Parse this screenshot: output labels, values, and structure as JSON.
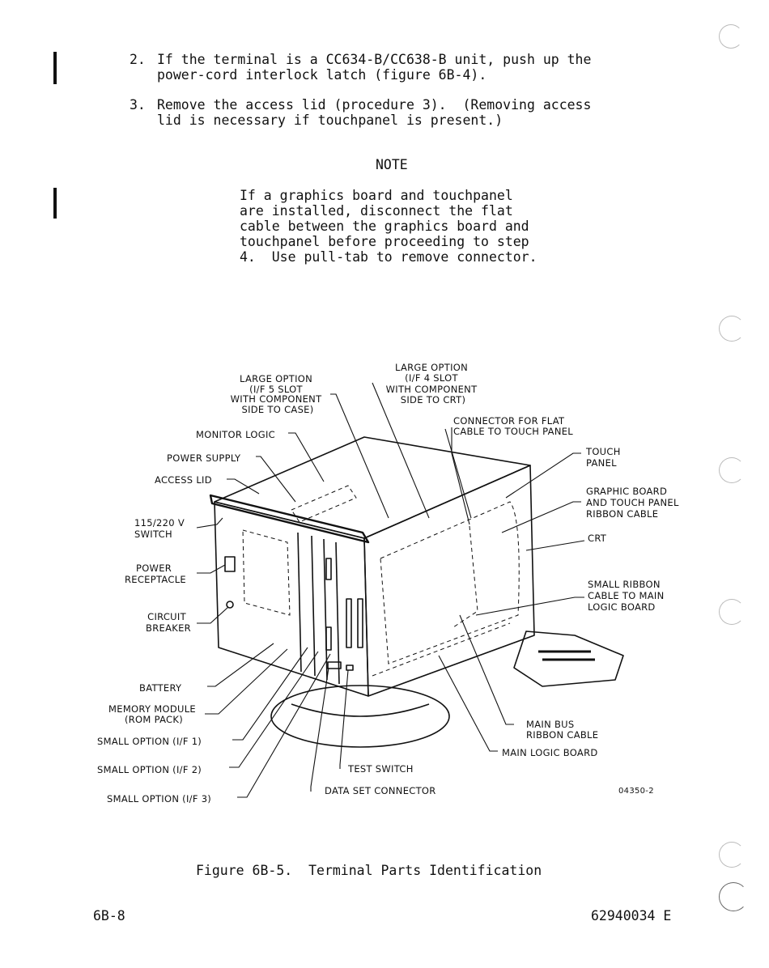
{
  "steps": [
    {
      "num": "2.",
      "lines": [
        "If the terminal is a CC634-B/CC638-B unit, push up the",
        "power-cord interlock latch (figure 6B-4)."
      ]
    },
    {
      "num": "3.",
      "lines": [
        "Remove the access lid (procedure 3).  (Removing access",
        "lid is necessary if touchpanel is present.)"
      ]
    }
  ],
  "note": {
    "title": "NOTE",
    "lines": [
      "If a graphics board and touchpanel",
      "are installed, disconnect the flat",
      "cable between the graphics board and",
      "touchpanel before proceeding to step",
      "4.  Use pull-tab to remove connector."
    ]
  },
  "diagram": {
    "labels": {
      "large_option_5": [
        "LARGE OPTION",
        "(I/F 5 SLOT",
        "WITH COMPONENT",
        "SIDE TO CASE)"
      ],
      "large_option_4": [
        "LARGE OPTION",
        "(I/F 4 SLOT",
        "WITH COMPONENT",
        "SIDE TO CRT)"
      ],
      "connector_flat": [
        "CONNECTOR FOR FLAT",
        "CABLE TO TOUCH PANEL"
      ],
      "monitor_logic": "MONITOR LOGIC",
      "power_supply": "POWER SUPPLY",
      "access_lid": "ACCESS LID",
      "switch_115": [
        "115/220 V",
        "SWITCH"
      ],
      "power_receptacle": [
        "POWER",
        "RECEPTACLE"
      ],
      "circuit_breaker": [
        "CIRCUIT",
        "BREAKER"
      ],
      "battery": "BATTERY",
      "memory_module": [
        "MEMORY MODULE",
        "(ROM PACK)"
      ],
      "small_option_1": "SMALL OPTION (I/F 1)",
      "small_option_2": "SMALL OPTION (I/F 2)",
      "small_option_3": "SMALL OPTION (I/F 3)",
      "touch_panel": [
        "TOUCH",
        "PANEL"
      ],
      "graphic_board": [
        "GRAPHIC BOARD",
        "AND TOUCH PANEL",
        "RIBBON CABLE"
      ],
      "crt": "CRT",
      "small_ribbon": [
        "SMALL RIBBON",
        "CABLE TO MAIN",
        "LOGIC BOARD"
      ],
      "main_bus": [
        "MAIN BUS",
        "RIBBON CABLE"
      ],
      "main_logic": "MAIN LOGIC BOARD",
      "test_switch": "TEST SWITCH",
      "data_set": "DATA SET CONNECTOR",
      "drawing_number": "04350-2"
    }
  },
  "caption": "Figure 6B-5.  Terminal Parts Identification",
  "footer": {
    "left": "6B-8",
    "right": "62940034 E"
  }
}
